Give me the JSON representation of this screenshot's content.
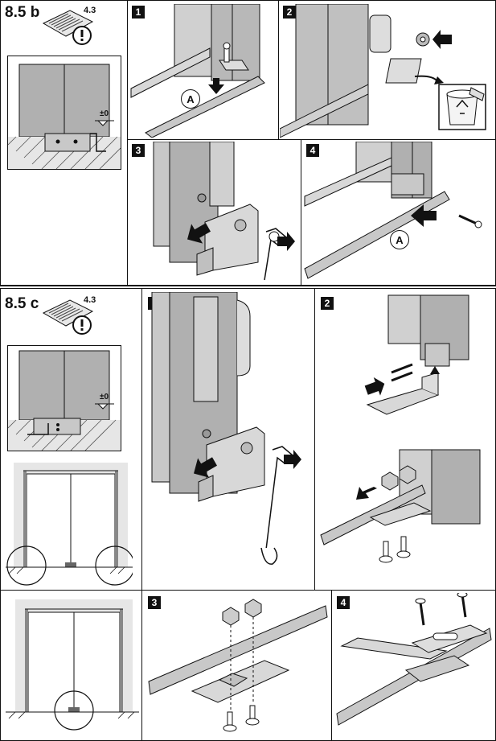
{
  "sections": [
    {
      "title": "8.5 b",
      "manual_ref": "4.3",
      "level_label": "±0",
      "steps": [
        "1",
        "2",
        "3",
        "4"
      ],
      "callout": "A"
    },
    {
      "title": "8.5 c",
      "manual_ref": "4.3",
      "level_label": "±0",
      "steps": [
        "1",
        "2",
        "3",
        "4"
      ]
    }
  ],
  "colors": {
    "line": "#111111",
    "fill_light": "#d8d8d8",
    "fill_mid": "#b8b8b8",
    "fill_dark": "#8a8a8a",
    "ground": "#e6e6e6"
  },
  "icons": [
    "manual-icon",
    "warning-icon",
    "arrow-icon",
    "recycle-bin-icon",
    "wrench-icon",
    "screw-icon",
    "nut-icon"
  ]
}
